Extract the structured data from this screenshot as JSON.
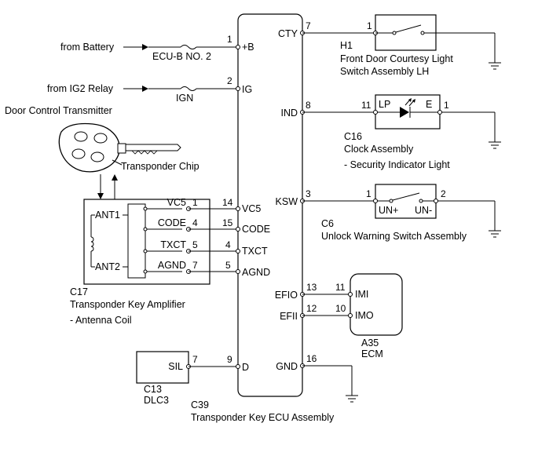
{
  "ecu": {
    "caption_code": "C39",
    "caption_name": "Transponder Key ECU Assembly",
    "left_pins": [
      {
        "num": "1",
        "name": "+B"
      },
      {
        "num": "2",
        "name": "IG"
      },
      {
        "num": "14",
        "name": "VC5"
      },
      {
        "num": "15",
        "name": "CODE"
      },
      {
        "num": "4",
        "name": "TXCT"
      },
      {
        "num": "5",
        "name": "AGND"
      },
      {
        "num": "9",
        "name": "D"
      }
    ],
    "right_pins": [
      {
        "num": "7",
        "name": "CTY"
      },
      {
        "num": "8",
        "name": "IND"
      },
      {
        "num": "3",
        "name": "KSW"
      },
      {
        "num": "13",
        "name": "EFIO"
      },
      {
        "num": "12",
        "name": "EFII"
      },
      {
        "num": "16",
        "name": "GND"
      }
    ]
  },
  "sources": {
    "battery_label": "from Battery",
    "battery_fuse": "ECU-B NO. 2",
    "ig2_label": "from IG2 Relay",
    "ig2_fuse": "IGN"
  },
  "transmitter": {
    "label": "Door Control Transmitter",
    "chip_label": "Transponder Chip"
  },
  "amplifier": {
    "code": "C17",
    "name": "Transponder Key Amplifier",
    "sub": "- Antenna Coil",
    "ant1": "ANT1",
    "ant2": "ANT2",
    "pins": [
      {
        "name": "VC5",
        "num": "1"
      },
      {
        "name": "CODE",
        "num": "4"
      },
      {
        "name": "TXCT",
        "num": "5"
      },
      {
        "name": "AGND",
        "num": "7"
      }
    ]
  },
  "dlc3": {
    "code": "C13",
    "name": "DLC3",
    "pin_name": "SIL",
    "pin_num": "7"
  },
  "h1": {
    "code": "H1",
    "name_line1": "Front Door Courtesy Light",
    "name_line2": "Switch Assembly LH",
    "pin": "1"
  },
  "c16": {
    "code": "C16",
    "name": "Clock Assembly",
    "sub": "- Security Indicator Light",
    "lp_num": "11",
    "lp_name": "LP",
    "e_name": "E",
    "e_num": "1"
  },
  "c6": {
    "code": "C6",
    "name": "Unlock Warning Switch Assembly",
    "pin1_num": "1",
    "pin1_name": "UN+",
    "pin2_num": "2",
    "pin2_name": "UN-"
  },
  "ecm": {
    "code": "A35",
    "name": "ECM",
    "imi_num": "11",
    "imi_name": "IMI",
    "imo_num": "10",
    "imo_name": "IMO"
  }
}
